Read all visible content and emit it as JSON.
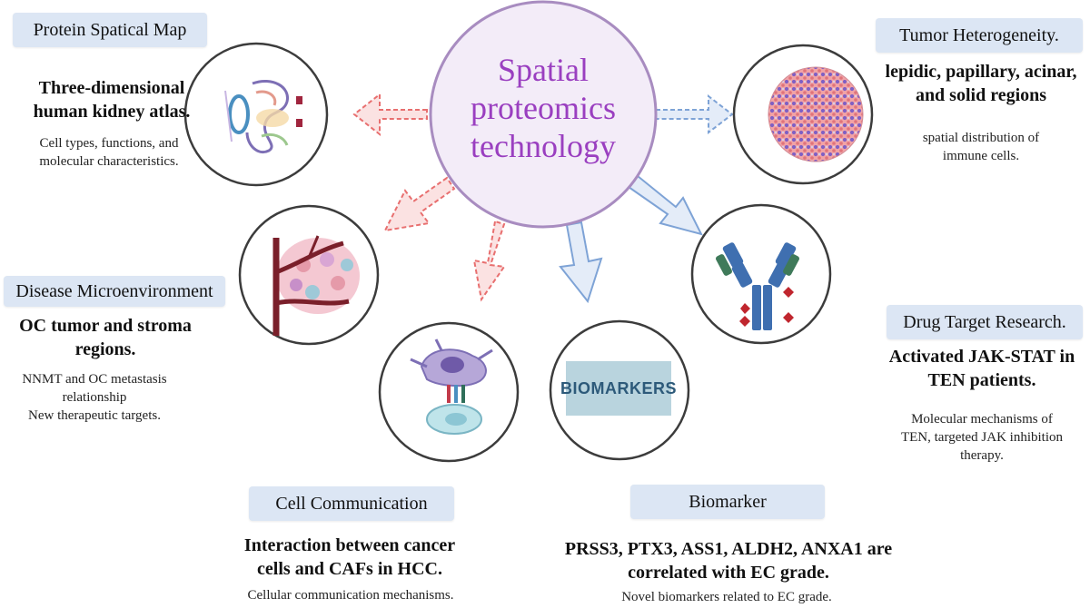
{
  "center": {
    "lines": [
      "Spatial",
      "proteomics",
      "technology"
    ]
  },
  "colors": {
    "center_text": "#9a3fc0",
    "label_bg": "#dce6f4",
    "arrow_red": "#e86f6f",
    "arrow_blue": "#7ea3d6"
  },
  "sections": {
    "protein_map": {
      "label": "Protein Spatical Map",
      "headline": [
        "Three-dimensional",
        "human kidney atlas."
      ],
      "detail": [
        "Cell types, functions, and",
        "molecular characteristics."
      ]
    },
    "tumor_heterogeneity": {
      "label": "Tumor  Heterogeneity.",
      "headline": [
        "lepidic, papillary, acinar,",
        "and solid regions"
      ],
      "detail": [
        "spatial distribution of",
        "immune cells."
      ]
    },
    "disease_microenvironment": {
      "label": "Disease  Microenvironment",
      "headline": [
        "OC tumor and stroma",
        "regions."
      ],
      "detail": [
        "NNMT and OC metastasis",
        "relationship",
        "New therapeutic targets."
      ]
    },
    "drug_target": {
      "label": "Drug Target Research.",
      "headline": [
        "Activated JAK-STAT in",
        "TEN patients."
      ],
      "detail": [
        "Molecular mechanisms of",
        "TEN, targeted JAK inhibition",
        "therapy."
      ]
    },
    "cell_communication": {
      "label": "Cell Communication",
      "headline": [
        "Interaction between cancer",
        "cells and CAFs in HCC."
      ],
      "detail": [
        "Cellular communication mechanisms."
      ]
    },
    "biomarker": {
      "label": "Biomarker",
      "headline": [
        "PRSS3, PTX3, ASS1, ALDH2, ANXA1 are",
        "correlated with EC grade."
      ],
      "detail": [
        "Novel biomarkers related to EC grade."
      ]
    }
  },
  "biomarkers_image_text": "BIOMARKERS",
  "icons": [
    "kidney-atlas-icon",
    "tumor-tissue-icon",
    "blood-vessel-tumor-icon",
    "cell-interaction-icon",
    "antibody-icon"
  ]
}
